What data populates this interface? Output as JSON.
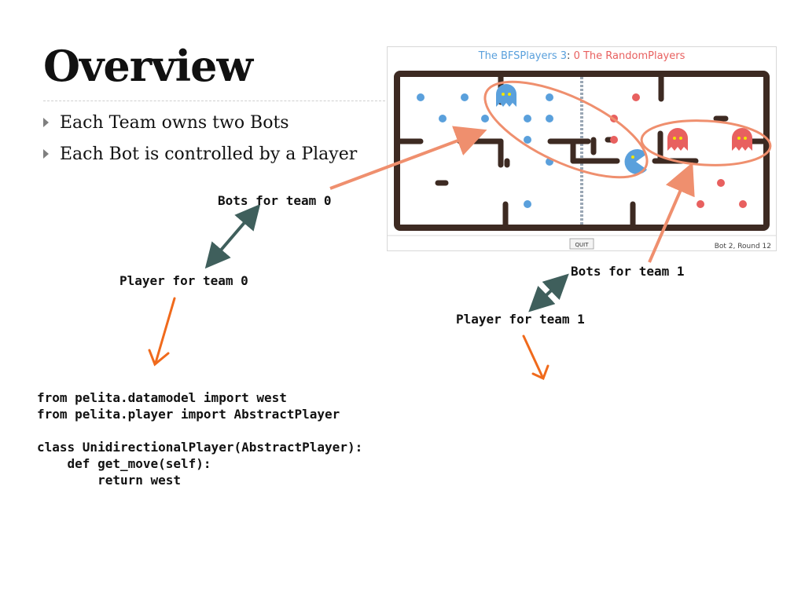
{
  "slide": {
    "title": "Overview",
    "bullets": [
      "Each Team owns two Bots",
      "Each Bot is controlled by a Player"
    ]
  },
  "labels": {
    "bots_team0": "Bots for team 0",
    "player_team0": "Player for team 0",
    "bots_team1": "Bots for team 1",
    "player_team1": "Player for team 1"
  },
  "code": {
    "lines": [
      "from pelita.datamodel import west",
      "from pelita.player import AbstractPlayer",
      "",
      "class UnidirectionalPlayer(AbstractPlayer):",
      "    def get_move(self):",
      "        return west"
    ]
  },
  "game": {
    "team0": "The BFSPlayers",
    "score0": "3",
    "separator": ":",
    "score1": "0",
    "team1": "The RandomPlayers",
    "quit_label": "QUIT",
    "status": "Bot 2, Round 12",
    "colors": {
      "team0": "#5aa0dc",
      "team1": "#e8605f",
      "walls": "#3d2a22",
      "annotation_orange": "#ef8f6e",
      "arrow_orange": "#f06a1c",
      "arrow_teal": "#3f5f5c"
    }
  }
}
